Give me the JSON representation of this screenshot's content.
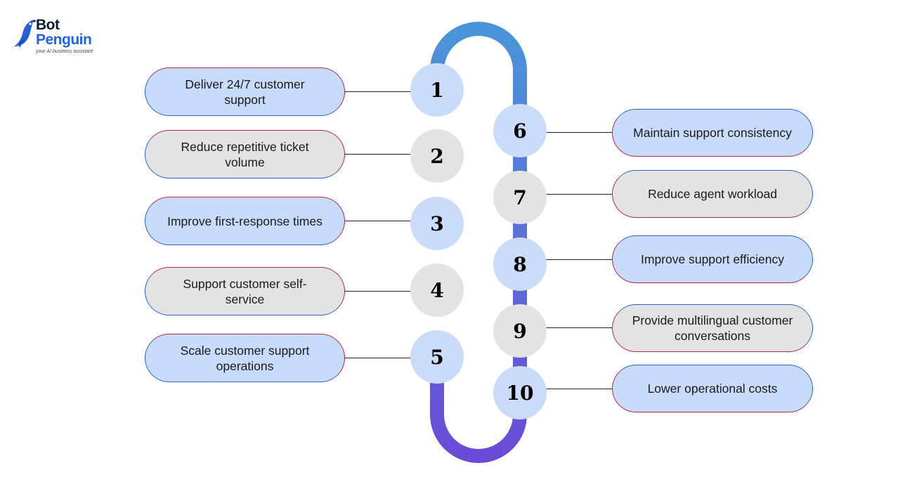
{
  "brand": {
    "name_top": "Bot",
    "name_bottom": "Penguin",
    "tagline": "your AI business assistant"
  },
  "colors": {
    "track_top": "#4a95d9",
    "track_bottom": "#6a4bd8",
    "pill_blue": "#c9dbfb",
    "pill_gray": "#e3e3e3",
    "border_red": "#b32645",
    "border_blue": "#2f64c9",
    "brand_blue": "#1f63e6"
  },
  "steps": [
    {
      "number": "1",
      "label": "Deliver 24/7 customer support"
    },
    {
      "number": "2",
      "label": "Reduce repetitive ticket volume"
    },
    {
      "number": "3",
      "label": "Improve first-response times"
    },
    {
      "number": "4",
      "label": "Support customer self-service"
    },
    {
      "number": "5",
      "label": "Scale customer support operations"
    },
    {
      "number": "6",
      "label": "Maintain support consistency"
    },
    {
      "number": "7",
      "label": "Reduce agent workload"
    },
    {
      "number": "8",
      "label": "Improve support efficiency"
    },
    {
      "number": "9",
      "label": "Provide multilingual customer conversations"
    },
    {
      "number": "10",
      "label": "Lower operational costs"
    }
  ]
}
